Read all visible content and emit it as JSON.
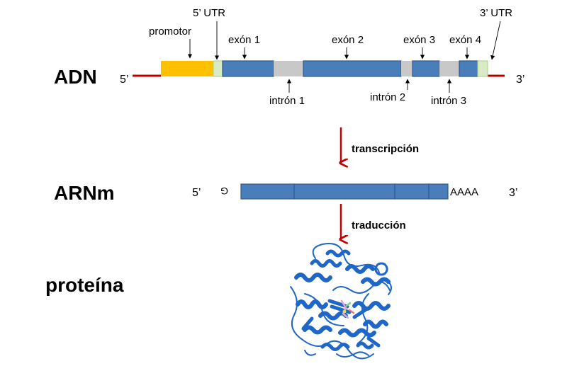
{
  "levels": {
    "dna": "ADN",
    "mrna": "ARNm",
    "protein": "proteína"
  },
  "dna": {
    "five_prime": "5’",
    "three_prime": "3’",
    "labels": {
      "utr5": "5’ UTR",
      "promoter": "promotor",
      "exon1": "exón 1",
      "exon2": "exón 2",
      "exon3": "exón 3",
      "exon4": "exón 4",
      "utr3": "3’ UTR",
      "intron1": "intrón 1",
      "intron2": "intrón 2",
      "intron3": "intrón 3"
    }
  },
  "mrna": {
    "five_prime": "5’",
    "three_prime": "3’",
    "cap": "G",
    "polya": "AAAA"
  },
  "processes": {
    "transcription": "transcripción",
    "translation": "traducción"
  },
  "colors": {
    "promoter": "#FFC000",
    "utr": "#D8EBC4",
    "exon": "#4A7EBB",
    "exon_stroke": "#2E5A8F",
    "intron": "#C8C8C8",
    "dna_line": "#C00000",
    "arrow": "#C00000",
    "text": "#000000",
    "protein": "#1E66C8"
  }
}
